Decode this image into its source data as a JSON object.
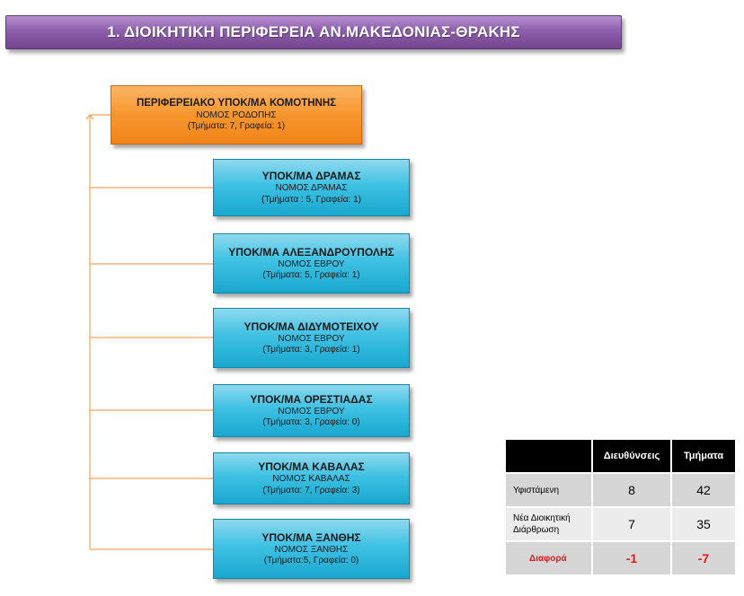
{
  "title": "1. ΔΙΟΙΚΗΤΙΚΗ  ΠΕΡΙΦΕΡΕΙΑ ΑΝ.ΜΑΚΕΔΟΝΙΑΣ-ΘΡΑΚΗΣ",
  "root": {
    "title": "ΠΕΡΙΦΕΡΕΙΑΚΟ ΥΠΟΚ/ΜΑ ΚΟΜΟΤΗΝΗΣ",
    "sub": "ΝΟΜΟΣ ΡΟΔΟΠΗΣ",
    "info": "(Τμήματα: 7, Γραφεία: 1)"
  },
  "children": [
    {
      "title": "ΥΠΟΚ/ΜΑ ΔΡΑΜΑΣ",
      "sub": "ΝΟΜΟΣ ΔΡΑΜΑΣ",
      "info": "(Τμήματα : 5, Γραφεία: 1)"
    },
    {
      "title": "ΥΠΟΚ/ΜΑ ΑΛΕΞΑΝΔΡΟΥΠΟΛΗΣ",
      "sub": "ΝΟΜΟΣ ΕΒΡΟΥ",
      "info": "(Τμήματα: 5, Γραφεία: 1)"
    },
    {
      "title": "ΥΠΟΚ/ΜΑ ΔΙΔΥΜΟΤΕΙΧΟΥ",
      "sub": "ΝΟΜΟΣ ΕΒΡΟΥ",
      "info": "(Τμήματα: 3, Γραφεία: 1)"
    },
    {
      "title": "ΥΠΟΚ/ΜΑ ΟΡΕΣΤΙΑΔΑΣ",
      "sub": "ΝΟΜΟΣ ΕΒΡΟΥ",
      "info": "(Τμήματα: 3, Γραφεία: 0)"
    },
    {
      "title": "ΥΠΟΚ/ΜΑ ΚΑΒΑΛΑΣ",
      "sub": "ΝΟΜΟΣ ΚΑΒΑΛΑΣ",
      "info": "(Τμήματα: 7, Γραφεία: 3)"
    },
    {
      "title": "ΥΠΟΚ/ΜΑ ΞΑΝΘΗΣ",
      "sub": "ΝΟΜΟΣ ΞΑΝΘΗΣ",
      "info": "(Τμήματα:5, Γραφεία: 0)"
    }
  ],
  "colors": {
    "title_bar": "#8d5fac",
    "root_box": "#f7962e",
    "child_box": "#3ec1e3",
    "connector": "#f3a55a",
    "difference_text": "#e21b1b"
  },
  "summary_table": {
    "headers": [
      "",
      "Διευθύνσεις",
      "Τμήματα"
    ],
    "rows": [
      {
        "label": "Υφιστάμενη",
        "directorates": "8",
        "departments": "42"
      },
      {
        "label": "Νέα Διοικητική Διάρθρωση",
        "directorates": "7",
        "departments": "35"
      },
      {
        "label": "Διαφορά",
        "directorates": "-1",
        "departments": "-7"
      }
    ]
  }
}
